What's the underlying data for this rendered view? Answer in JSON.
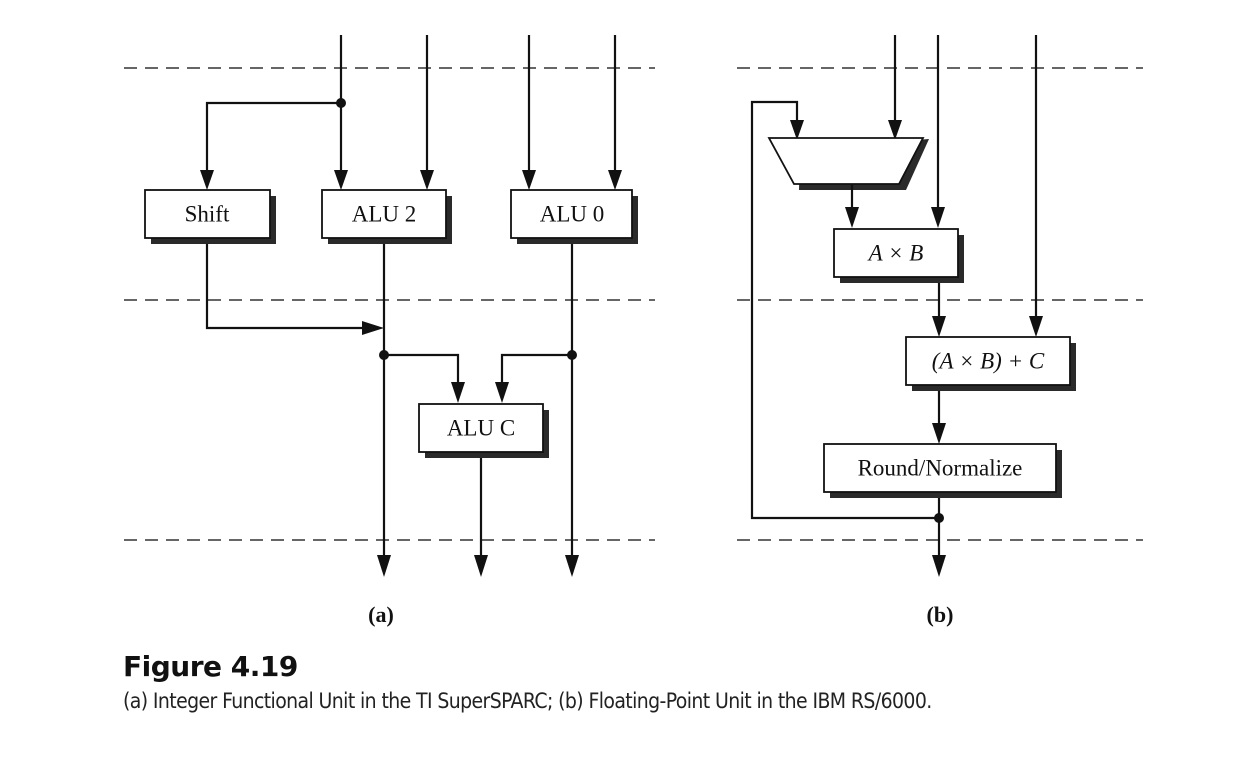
{
  "figure": {
    "number_label": "Figure 4.19",
    "caption": "(a) Integer Functional Unit in the TI SuperSPARC; (b) Floating-Point Unit in the IBM RS/6000."
  },
  "panel_a": {
    "label": "(a)",
    "title": "Integer Functional Unit in the TI SuperSPARC",
    "blocks": {
      "shift": "Shift",
      "alu2": "ALU 2",
      "alu0": "ALU 0",
      "aluc": "ALU C"
    },
    "pipeline_stage_boundaries": 3,
    "inputs": 4,
    "outputs": 3
  },
  "panel_b": {
    "label": "(b)",
    "title": "Floating-Point Unit in the IBM RS/6000",
    "blocks": {
      "mux": "",
      "multiply": "A × B",
      "multiply_add": "(A × B) + C",
      "round": "Round/Normalize"
    },
    "pipeline_stage_boundaries": 3,
    "inputs": 3,
    "outputs": 1,
    "feedback_loop": true
  },
  "colors": {
    "ink": "#111111",
    "background": "#ffffff"
  }
}
